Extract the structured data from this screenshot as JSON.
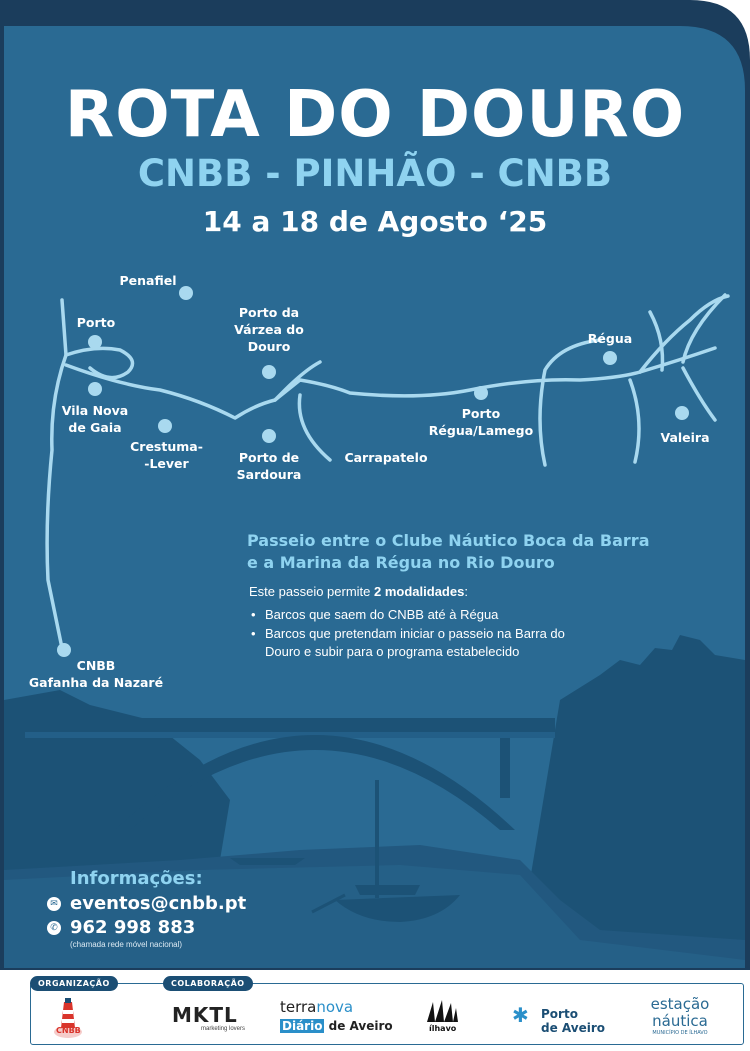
{
  "header": {
    "title": "ROTA DO DOURO",
    "subtitle": "CNBB - PINHÃO - CNBB",
    "dates": "14 a 18 de Agosto ‘25"
  },
  "map": {
    "places": {
      "penafiel": "Penafiel",
      "porto": "Porto",
      "vila_nova_gaia": "Vila Nova\nde Gaia",
      "crestuma": "Crestuma-\n-Lever",
      "varzea": "Porto da\nVárzea do\nDouro",
      "sardoura": "Porto de\nSardoura",
      "carrapatelo": "Carrapatelo",
      "regua_lamego": "Porto\nRégua/Lamego",
      "regua": "Régua",
      "valeira": "Valeira",
      "cnbb": "CNBB\nGafanha da Nazaré"
    }
  },
  "description": {
    "heading": "Passeio entre o Clube Náutico Boca da Barra\ne a Marina da Régua no Rio Douro",
    "intro_prefix": "Este passeio permite ",
    "intro_bold": "2 modalidades",
    "intro_suffix": ":",
    "bullets": [
      "Barcos que saem do CNBB até à Régua",
      "Barcos que pretendam iniciar o passeio na Barra do Douro e subir para o programa estabelecido"
    ]
  },
  "info": {
    "title": "Informações:",
    "email": "eventos@cnbb.pt",
    "phone": "962 998 883",
    "phone_note": "(chamada rede móvel nacional)"
  },
  "footer": {
    "organizacao_label": "ORGANIZAÇÃO",
    "colaboracao_label": "COLABORAÇÃO",
    "logos": {
      "cnbb": "CNBB",
      "mktl": "MKTL",
      "mktl_sub": "marketing lovers",
      "terranova_a": "terra",
      "terranova_b": "nova",
      "diario_a": "Diário",
      "diario_b": "de Aveiro",
      "ilhavo": "ílhavo",
      "porto_aveiro_a": "Porto",
      "porto_aveiro_b": "de Aveiro",
      "estacao_a": "estação",
      "estacao_b": "náutica",
      "estacao_c": "MUNICÍPIO DE ÍLHAVO"
    }
  },
  "colors": {
    "background": "#2a6a93",
    "river": "#a9d9ef",
    "accent": "#8fd3f0",
    "silhouette": "#1c5276",
    "dark_band": "#1b4e74"
  }
}
